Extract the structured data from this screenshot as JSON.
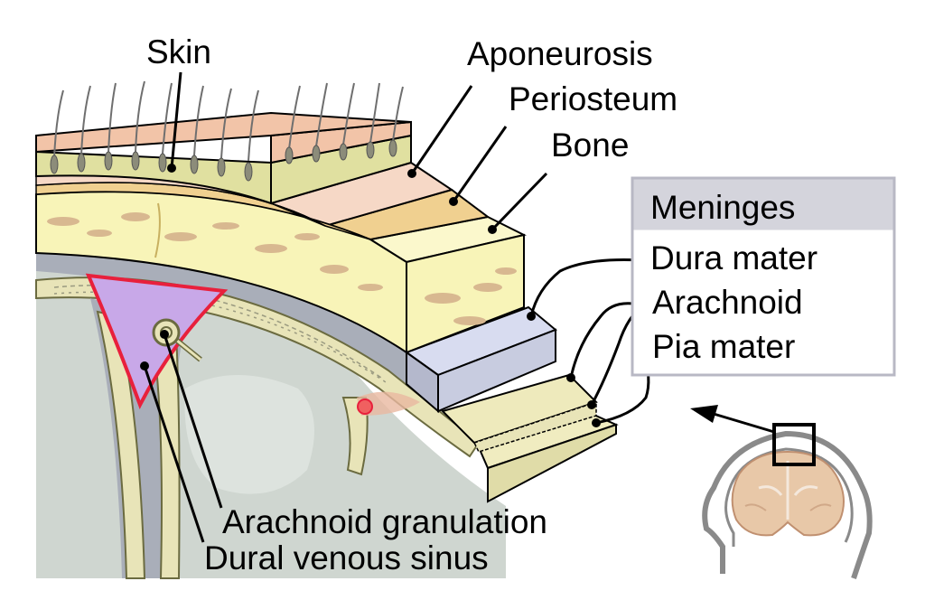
{
  "labels": {
    "skin": "Skin",
    "aponeurosis": "Aponeurosis",
    "periosteum": "Periosteum",
    "bone": "Bone",
    "arachnoid_granulation": "Arachnoid granulation",
    "dural_venous_sinus": "Dural venous sinus"
  },
  "meninges_box": {
    "title": "Meninges",
    "items": [
      "Dura mater",
      "Arachnoid",
      "Pia mater"
    ]
  },
  "colors": {
    "skin": "#f2c4a8",
    "skin_dermis": "#e0e0a0",
    "aponeurosis": "#f6d8c6",
    "periosteum": "#f0d090",
    "bone": "#f8f4b8",
    "bone_spots": "#d8b890",
    "dura": "#c8cce0",
    "arachnoid": "#e8e4b8",
    "pia": "#e0dca8",
    "sinus": "#c8a8e8",
    "sinus_border": "#e8203c",
    "brain": "#cfd6d0",
    "meninges_header": "#d4d4dc",
    "meninges_border": "#b8b8c4"
  }
}
